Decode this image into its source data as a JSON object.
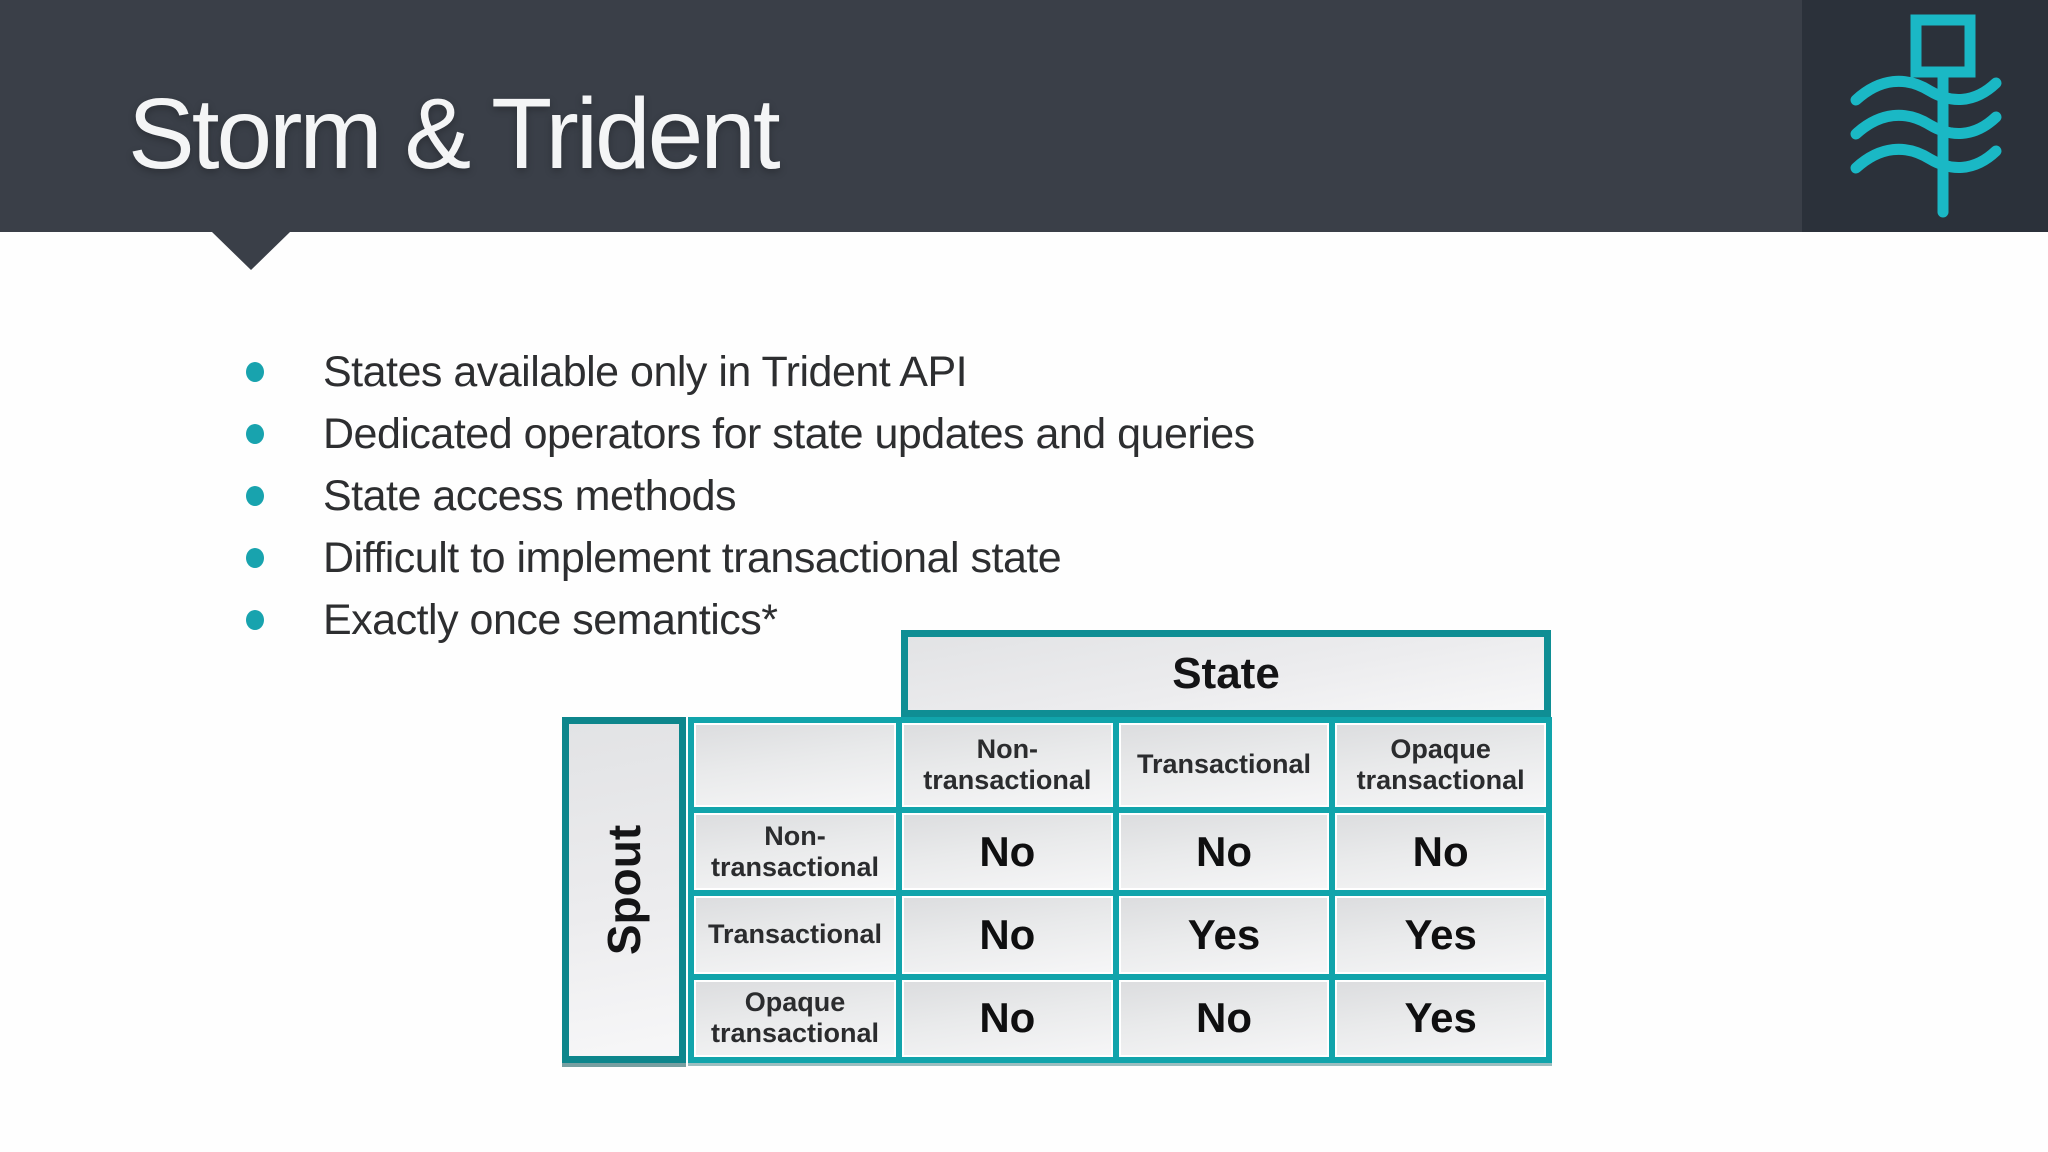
{
  "header": {
    "title": "Storm & Trident"
  },
  "logo": {
    "icon": "trident-waves-icon"
  },
  "bullets": [
    "States available only in Trident API",
    "Dedicated operators for state updates and queries",
    "State access methods",
    "Difficult to implement transactional state",
    "Exactly once semantics*"
  ],
  "matrix": {
    "column_group": "State",
    "row_group": "Spout",
    "columns": [
      "Non-transactional",
      "Transactional",
      "Opaque transactional"
    ],
    "rows": [
      {
        "label": "Non-transactional",
        "values": [
          "No",
          "No",
          "No"
        ]
      },
      {
        "label": "Transactional",
        "values": [
          "No",
          "Yes",
          "Yes"
        ]
      },
      {
        "label": "Opaque transactional",
        "values": [
          "No",
          "No",
          "Yes"
        ]
      }
    ]
  },
  "colors": {
    "header_bg": "#3a3f48",
    "logo_panel_bg": "#2b313a",
    "logo_teal": "#1ab8c5",
    "bullet_teal": "#18a3ae",
    "table_teal": "#11a4ab",
    "box_border_teal": "#0f8e94"
  }
}
